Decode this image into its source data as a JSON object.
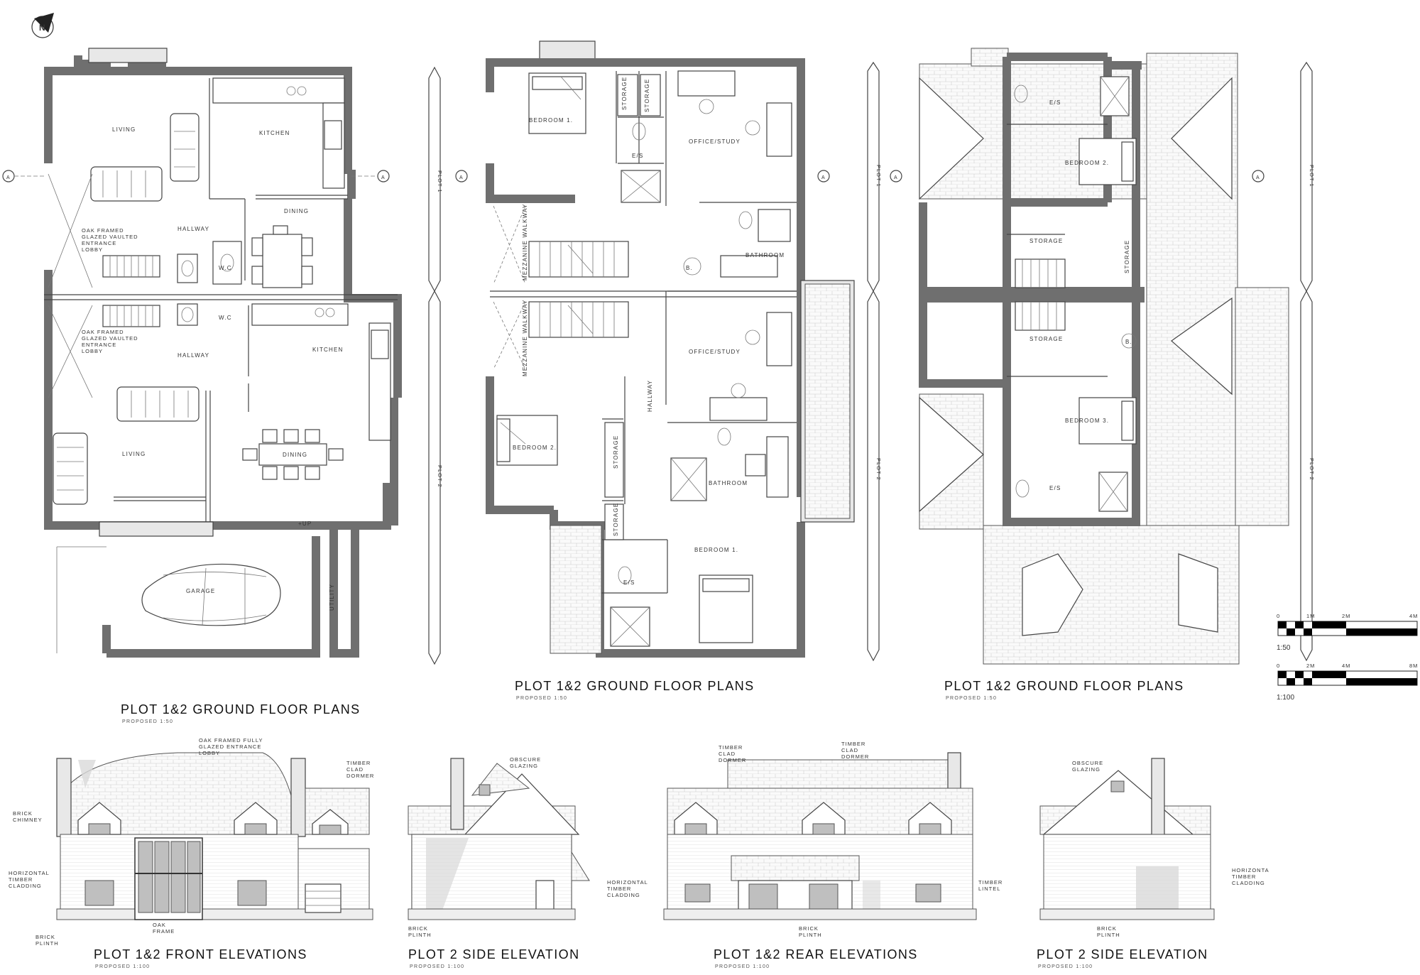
{
  "north_label": "N",
  "section_marker": "A",
  "plot_labels": {
    "plot1": "PLOT 1",
    "plot2": "PLOT 2"
  },
  "plan1": {
    "title": "PLOT 1&2 GROUND FLOOR PLANS",
    "subtitle": "PROPOSED 1:50",
    "rooms": {
      "living_top": "LIVING",
      "kitchen_top": "KITCHEN",
      "dining_top": "DINING",
      "hallway_top": "HALLWAY",
      "wc_top": "W.C",
      "lobby_top": [
        "OAK FRAMED",
        "GLAZED VAULTED",
        "ENTRANCE",
        "LOBBY"
      ],
      "wc_bottom": "W.C",
      "lobby_bottom": [
        "OAK FRAMED",
        "GLAZED VAULTED",
        "ENTRANCE",
        "LOBBY"
      ],
      "hallway_bottom": "HALLWAY",
      "kitchen_bottom": "KITCHEN",
      "living_bottom": "LIVING",
      "dining_bottom": "DINING",
      "garage": "GARAGE",
      "utility": "UTILITY",
      "up": "+UP"
    }
  },
  "plan2": {
    "title": "PLOT 1&2 GROUND FLOOR PLANS",
    "subtitle": "PROPOSED 1:50",
    "rooms": {
      "bedroom1_top": "BEDROOM 1.",
      "storage_a": "STORAGE",
      "storage_b": "STORAGE",
      "es_top": "E/S",
      "office_top": "OFFICE/STUDY",
      "bathroom_top": "BATHROOM",
      "mezz_top": "MEZZANINE WALKWAY",
      "mezz_bottom": "MEZZANINE WALKWAY",
      "office_bottom": "OFFICE/STUDY",
      "hallway": "HALLWAY",
      "bedroom2": "BEDROOM 2.",
      "storage_c": "STORAGE",
      "storage_d": "STORAGE",
      "bathroom_bottom": "BATHROOM",
      "bedroom1_bottom": "BEDROOM 1.",
      "es_bottom": "E/S",
      "b_mark": "B."
    }
  },
  "plan3": {
    "title": "PLOT 1&2 GROUND FLOOR PLANS",
    "subtitle": "PROPOSED 1:50",
    "rooms": {
      "es_top": "E/S",
      "bedroom2": "BEDROOM 2.",
      "storage_top": "STORAGE",
      "storage_side": "STORAGE",
      "storage_mid": "STORAGE",
      "bedroom3": "BEDROOM 3.",
      "es_bottom": "E/S",
      "b_mark": "B."
    }
  },
  "scales": {
    "s50": {
      "ticks": [
        "0",
        "1M",
        "2M",
        "4M"
      ],
      "label": "1:50"
    },
    "s100": {
      "ticks": [
        "0",
        "2M",
        "4M",
        "8M"
      ],
      "label": "1:100"
    }
  },
  "elevations": {
    "front": {
      "title": "PLOT 1&2 FRONT ELEVATIONS",
      "subtitle": "PROPOSED 1:100",
      "notes": {
        "lobby": [
          "OAK FRAMED FULLY",
          "GLAZED ENTRANCE",
          "LOBBY"
        ],
        "dormer": [
          "TIMBER",
          "CLAD",
          "DORMER"
        ],
        "chimney": [
          "BRICK",
          "CHIMNEY"
        ],
        "cladding": [
          "HORIZONTAL",
          "TIMBER",
          "CLADDING"
        ],
        "oak": [
          "OAK",
          "FRAME"
        ],
        "plinth": [
          "BRICK",
          "PLINTH"
        ]
      }
    },
    "side2": {
      "title": "PLOT 2 SIDE ELEVATION",
      "subtitle": "PROPOSED 1:100",
      "notes": {
        "glazing": [
          "OBSCURE",
          "GLAZING"
        ],
        "cladding": [
          "HORIZONTAL",
          "TIMBER",
          "CLADDING"
        ],
        "plinth": [
          "BRICK",
          "PLINTH"
        ]
      }
    },
    "rear": {
      "title": "PLOT 1&2 REAR ELEVATIONS",
      "subtitle": "PROPOSED 1:100",
      "notes": {
        "dormer_left": [
          "TIMBER",
          "CLAD",
          "DORMER"
        ],
        "dormer_right": [
          "TIMBER",
          "CLAD",
          "DORMER"
        ],
        "lintel": [
          "TIMBER",
          "LINTEL"
        ],
        "plinth": [
          "BRICK",
          "PLINTH"
        ]
      }
    },
    "side2b": {
      "title": "PLOT 2 SIDE ELEVATION",
      "subtitle": "PROPOSED 1:100",
      "notes": {
        "glazing": [
          "OBSCURE",
          "GLAZING"
        ],
        "cladding": [
          "HORIZONTA",
          "TIMBER",
          "CLADDING"
        ],
        "plinth": [
          "BRICK",
          "PLINTH"
        ]
      }
    }
  }
}
